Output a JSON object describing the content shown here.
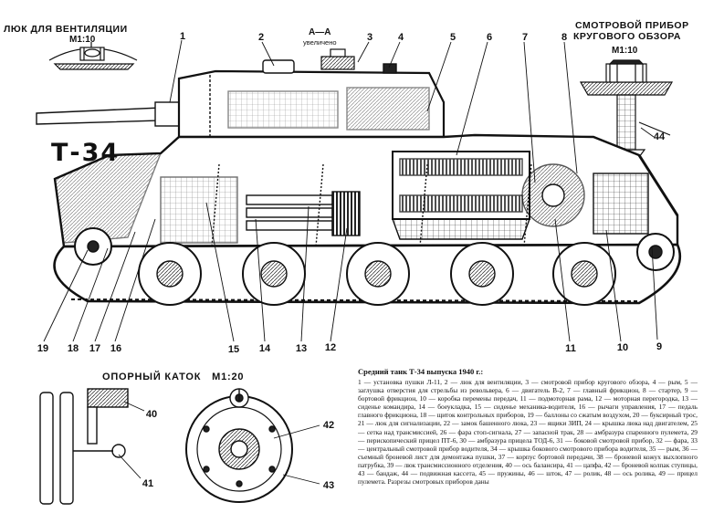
{
  "titles": {
    "main": "Т-34",
    "vent_hatch": "ЛЮК ДЛЯ ВЕНТИЛЯЦИИ",
    "vent_scale": "М1:10",
    "section": "А—А",
    "section_note": "увеличено",
    "periscope_line1": "СМОТРОВОЙ ПРИБОР",
    "periscope_line2": "КРУГОВОГО ОБЗОРА",
    "periscope_scale": "М1:10",
    "road_wheel": "ОПОРНЫЙ КАТОК",
    "road_wheel_scale": "М1:20"
  },
  "callouts": {
    "n1": "1",
    "n2": "2",
    "n3": "3",
    "n4": "4",
    "n5": "5",
    "n6": "6",
    "n7": "7",
    "n8": "8",
    "n9": "9",
    "n10": "10",
    "n11": "11",
    "n12": "12",
    "n13": "13",
    "n14": "14",
    "n15": "15",
    "n16": "16",
    "n17": "17",
    "n18": "18",
    "n19": "19",
    "n40": "40",
    "n41": "41",
    "n42": "42",
    "n43": "43",
    "n44": "44"
  },
  "legend": {
    "title": "Средний танк Т-34 выпуска 1940 г.:",
    "body": "1 — установка пушки Л-11, 2 — люк для вентиляции, 3 — смотровой прибор кругового обзора, 4 — рым, 5 — заглушка отверстия для стрельбы из револьвера, 6 — двигатель В-2, 7 — главный фрикцион, 8 — стартер, 9 — бортовой фрикцион, 10 — коробка перемены передач, 11 — подмоторная рама, 12 — моторная перегородка, 13 — сиденье командира, 14 — боеукладка, 15 — сиденье механика-водителя, 16 — рычаги управления, 17 — педаль главного фрикциона, 18 — щиток контрольных приборов, 19 — баллоны со сжатым воздухом, 20 — буксирный трос, 21 — люк для сигнализации, 22 — замок башенного люка, 23 — ящики ЗИП, 24 — крышка люка над двигателем, 25 — сетка над трансмиссией, 26 — фара стоп-сигнала, 27 — запасной трак, 28 — амбразура спаренного пулемета, 29 — перископический прицел ПТ-6, 30 — амбразура прицела ТОД-6, 31 — боковой смотровой прибор, 32 — фара, 33 — центральный смотровой прибор водителя, 34 — крышка бокового смотрового прибора водителя, 35 — рым, 36 — съемный броневой лист для демонтажа пушки, 37 — корпус бортовой передачи, 38 — броневой кожух выхлопного патрубка, 39 — люк трансмиссионного отделения, 40 — ось балансира, 41 — цапфа, 42 — броневой колпак ступицы, 43 — бандаж, 44 — подвижная кассета, 45 — пружины, 46 — шток, 47 — ролик, 48 — ось ролика, 49 — прицел пулемета. Разрезы смотровых приборов даны"
  }
}
